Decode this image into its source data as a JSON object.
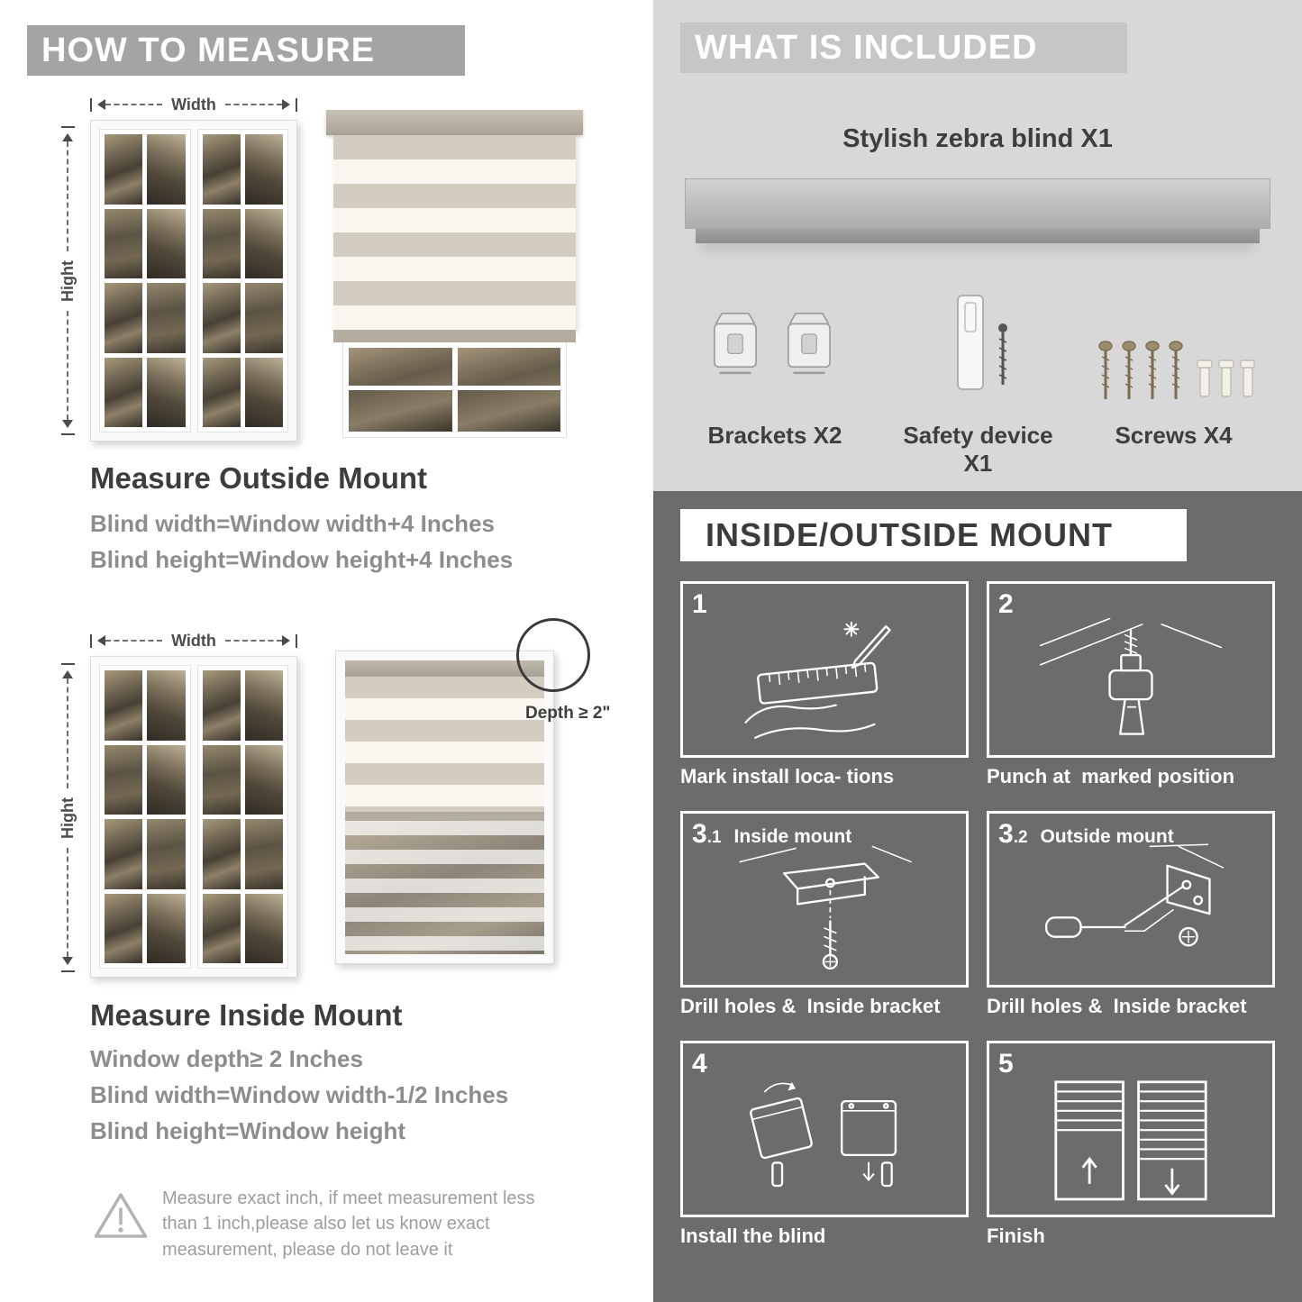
{
  "colors": {
    "left_header_bg": "#a4a4a4",
    "included_bg": "#d8d8d8",
    "included_header_bg": "#c6c6c6",
    "mount_bg": "#6c6c6c",
    "heading_text": "#3d3d3d",
    "body_text": "#8d8d8d",
    "stripe_solid": "#d2cdc0",
    "stripe_sheer": "#f8f6ef"
  },
  "left": {
    "header": "HOW TO MEASURE",
    "width_label": "Width",
    "height_label": "Hight",
    "outside_mount": {
      "title": "Measure Outside Mount",
      "lines": [
        "Blind width=Window width+4 Inches",
        "Blind height=Window height+4 Inches"
      ]
    },
    "inside_mount": {
      "title": "Measure Inside Mount",
      "depth_label": "Depth ≥ 2\"",
      "lines": [
        "Window depth≥ 2 Inches",
        "Blind width=Window width-1/2 Inches",
        "Blind height=Window height"
      ]
    },
    "warning_text": "Measure exact inch, if meet measurement less than 1 inch,please also let us know exact measurement, please do not leave it"
  },
  "included": {
    "header": "WHAT IS INCLUDED",
    "blind_label": "Stylish zebra blind X1",
    "items": [
      {
        "label": "Brackets X2",
        "icon": "bracket-icon"
      },
      {
        "label": "Safety device X1",
        "icon": "safety-device-icon"
      },
      {
        "label": "Screws X4",
        "icon": "screw-icon"
      }
    ]
  },
  "mount": {
    "header": "INSIDE/OUTSIDE MOUNT",
    "steps": [
      {
        "num": "1",
        "sub": "",
        "title": "",
        "caption": "Mark install loca- tions"
      },
      {
        "num": "2",
        "sub": "",
        "title": "",
        "caption": "Punch at  marked position"
      },
      {
        "num": "3",
        "sub": ".1",
        "title": "Inside mount",
        "caption": "Drill holes &  Inside bracket"
      },
      {
        "num": "3",
        "sub": ".2",
        "title": "Outside mount",
        "caption": "Drill holes &  Inside bracket"
      },
      {
        "num": "4",
        "sub": "",
        "title": "",
        "caption": "Install the blind"
      },
      {
        "num": "5",
        "sub": "",
        "title": "",
        "caption": "Finish"
      }
    ]
  }
}
